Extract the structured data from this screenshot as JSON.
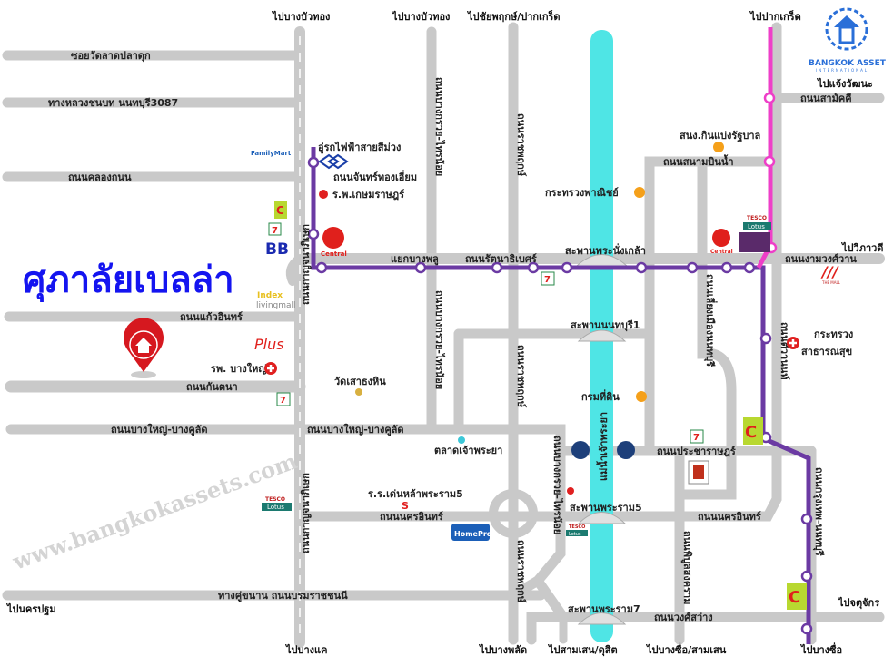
{
  "title": "ศุภาลัยเบลล่า",
  "colors": {
    "title": "#1414f0",
    "road": "#c9c9c9",
    "river": "#4fe5e5",
    "purple_line": "#6b3aa3",
    "pink_line": "#ee3fc8",
    "poi_dot": "#f5a01a",
    "pin": "#d6181f"
  },
  "watermark": "www.bangkokassets.com",
  "brand": {
    "name": "BANGKOK ASSET",
    "sub": "INTERNATIONAL"
  },
  "directions": {
    "bangbuathong_1": "ไปบางบัวทอง",
    "bangbuathong_2": "ไปบางบัวทอง",
    "chaiyaphruek": "ไปชัยพฤกษ์/ปากเกร็ด",
    "pakkret": "ไปปากเกร็ด",
    "chaengwattana": "ไปแจ้งวัฒนะ",
    "vibhavadi": "ไปวิภาวดี",
    "chatuchak": "ไปจตุจักร",
    "bangsue": "ไปบางซื่อ",
    "bangsue_samsen": "ไปบางซื่อ/สามเสน",
    "samsen_dusit": "ไปสามเสน/ดุสิต",
    "bangphlat": "ไปบางพลัด",
    "bangkhae": "ไปบางแค",
    "nakhonpathom": "ไปนครปฐม"
  },
  "roads": {
    "wat_lat_pla_duk": "ซอยวัดลาดปลาดุก",
    "rural_3087": "ทางหลวงชนบท นนทบุรี3087",
    "khlong_thanon": "ถนนคลองถนน",
    "kaew_in": "ถนนแก้วอินทร์",
    "kantana": "ถนนกันตนา",
    "bangyai_bangkhlat_w": "ถนนบางใหญ่-บางคูลัด",
    "bangyai_bangkhlat_e": "ถนนบางใหญ่-บางคูลัด",
    "borommaratchachonnani": "ทางคู่ขนาน ถนนบรมราชชนนี",
    "kanchanaphisek_n": "ถนนกาญจนาภิเษก",
    "kanchanaphisek_s": "ถนนกาญจนาภิเษก",
    "bangkruai_sainoi_n": "ถนนบางกรวย-ไทรน้อย",
    "bangkruai_sainoi_m": "ถนนบางกรวย-ไทรน้อย",
    "bangkruai_sainoi_s": "ถนนบางกรวย-ไทรน้อย",
    "chan_thong_iam": "ถนนจันทร์ทองเอี่ยม",
    "yaek_bangphlu": "แยกบางพลู",
    "rattanathibet": "ถนนรัตนาธิเบศร์",
    "ratchaphruek_n": "ถนนราชพฤกษ์",
    "ratchaphruek_m": "ถนนราชพฤกษ์",
    "ratchaphruek_s": "ถนนราชพฤกษ์",
    "samakkhi": "ถนนสามัคคี",
    "sanambinnam": "ถนนสนามบินน้ำ",
    "ngamwongwan": "ถนนงามวงศ์วาน",
    "liang_mueang": "ถนนเลี่ยงเมืองนนทบุรี",
    "tiwanon": "ถนนติวานนท์",
    "pracharat": "ถนนประชาราษฎร์",
    "nakhon_in_w": "ถนนนครอินทร์",
    "nakhon_in_e": "ถนนนครอินทร์",
    "phibun": "ถนนพิบูลสงคราม",
    "prachachuen": "ถนนกรุงเทพ-นนทบุรี",
    "wongsawang": "ถนนวงศ์สว่าง"
  },
  "bridges": {
    "nangklao": "สะพานพระนั่งเกล้า",
    "nonthaburi1": "สะพานนนทบุรี1",
    "rama5": "สะพานพระราม5",
    "rama7": "สะพานพระราม7"
  },
  "river": "แม่น้ำเจ้าพระยา",
  "pois": {
    "depot": "อู่รถไฟฟ้าสายสีม่วง",
    "kasemrad": "ร.พ.เกษมราษฎร์",
    "bangyai_hosp": "รพ. บางใหญ่",
    "wat_sao": "วัดเสาธงหิน",
    "talat": "ตลาดเจ้าพระยา",
    "school": "ร.ร.เด่นหล้าพระราม5",
    "lottery": "สนง.กินแบ่งรัฐบาล",
    "commerce": "กระทรวงพาณิชย์",
    "land_dept": "กรมที่ดิน",
    "health_1": "กระทรวง",
    "health_2": "สาธารณสุข"
  },
  "logos": {
    "familymart": "FamilyMart",
    "central": "Central",
    "bb": "BB",
    "index_1": "Index",
    "index_2": "livingmall",
    "plus": "Plus",
    "tesco": "TESCO",
    "lotus": "Lotus",
    "homepro": "HomePro",
    "themall": "THE MALL",
    "bigc": "C",
    "seven": "7"
  }
}
